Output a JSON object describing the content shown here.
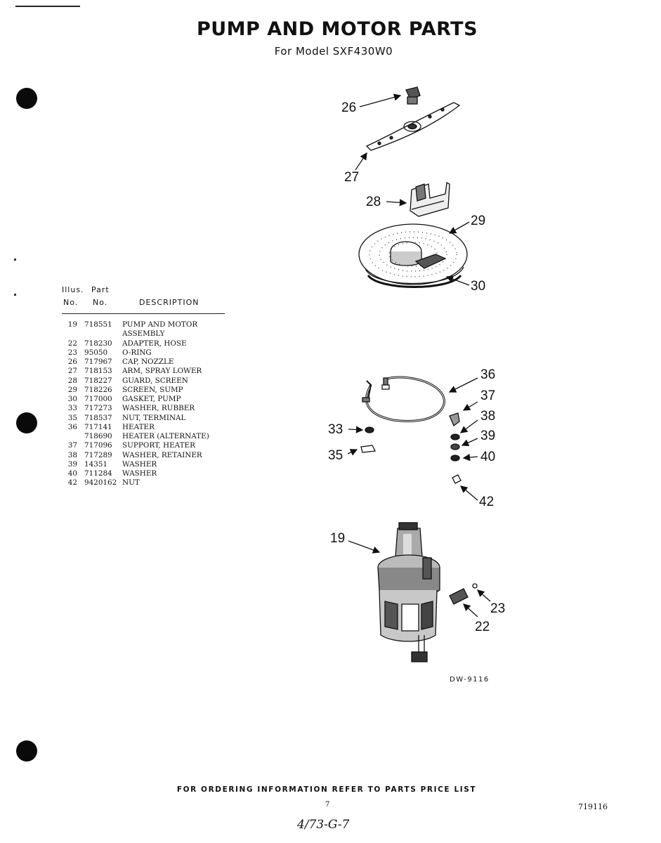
{
  "page": {
    "title": "PUMP AND MOTOR PARTS",
    "subtitle": "For Model SXF430W0",
    "drawing_number": "DW-9116",
    "footer": "FOR ORDERING INFORMATION REFER TO PARTS PRICE LIST",
    "page_number": "7",
    "doc_number": "719116",
    "handwritten_note": "4/73-G-7"
  },
  "table": {
    "header_illus_top": "Illus.",
    "header_part_top": "Part",
    "header_no": "No.",
    "header_part_no": "No.",
    "header_description": "DESCRIPTION",
    "rows": [
      {
        "illus": "19",
        "part": "718551",
        "desc": "PUMP AND MOTOR"
      },
      {
        "illus": "",
        "part": "",
        "desc": "ASSEMBLY"
      },
      {
        "illus": "22",
        "part": "718230",
        "desc": "ADAPTER, HOSE"
      },
      {
        "illus": "23",
        "part": "95050",
        "desc": "O-RING"
      },
      {
        "illus": "26",
        "part": "717967",
        "desc": "CAP, NOZZLE"
      },
      {
        "illus": "27",
        "part": "718153",
        "desc": "ARM, SPRAY LOWER"
      },
      {
        "illus": "28",
        "part": "718227",
        "desc": "GUARD, SCREEN"
      },
      {
        "illus": "29",
        "part": "718226",
        "desc": "SCREEN, SUMP"
      },
      {
        "illus": "30",
        "part": "717000",
        "desc": "GASKET, PUMP"
      },
      {
        "illus": "33",
        "part": "717273",
        "desc": "WASHER, RUBBER"
      },
      {
        "illus": "35",
        "part": "718537",
        "desc": "NUT, TERMINAL"
      },
      {
        "illus": "36",
        "part": "717141",
        "desc": "HEATER"
      },
      {
        "illus": "",
        "part": "718690",
        "desc": "HEATER (ALTERNATE)"
      },
      {
        "illus": "37",
        "part": "717096",
        "desc": "SUPPORT, HEATER"
      },
      {
        "illus": "38",
        "part": "717289",
        "desc": "WASHER, RETAINER"
      },
      {
        "illus": "39",
        "part": "14351",
        "desc": "WASHER"
      },
      {
        "illus": "40",
        "part": "711284",
        "desc": "WASHER"
      },
      {
        "illus": "42",
        "part": "9420162",
        "desc": "NUT"
      }
    ]
  },
  "callouts": {
    "c26": "26",
    "c27": "27",
    "c28": "28",
    "c29": "29",
    "c30": "30",
    "c36": "36",
    "c37": "37",
    "c38": "38",
    "c39": "39",
    "c40": "40",
    "c33": "33",
    "c35": "35",
    "c42": "42",
    "c19": "19",
    "c23": "23",
    "c22": "22"
  }
}
